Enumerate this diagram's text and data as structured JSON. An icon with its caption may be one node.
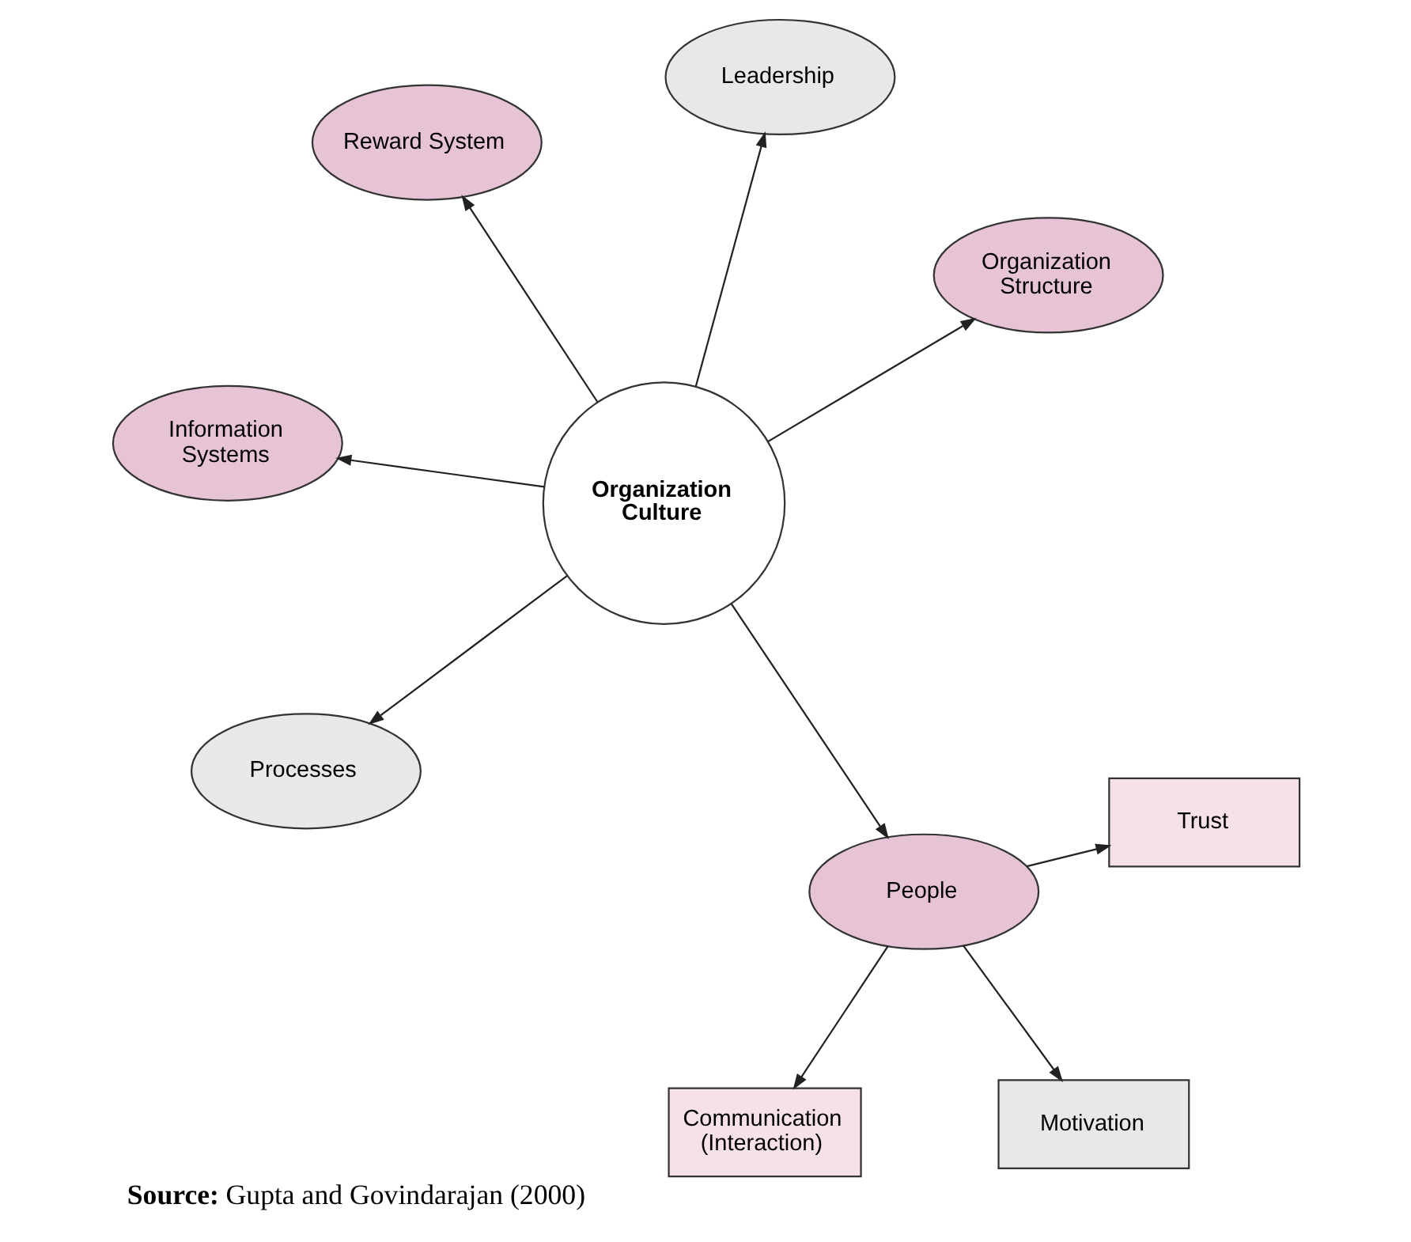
{
  "diagram": {
    "caption": "**Source:** Gupta and Govindarajan (2000)",
    "nodes": [
      {
        "text": [
          "Organization Culture"
        ]
      },
      {
        "text": [
          "Organization Structure"
        ]
      },
      {
        "text": [
          "Processes"
        ]
      },
      {
        "text": [
          "Information Systems"
        ]
      },
      {
        "text": [
          "Leadership"
        ]
      },
      {
        "text": [
          "Reward System"
        ]
      },
      {
        "text": [
          "People"
        ]
      },
      {
        "text": [
          "Motivation"
        ]
      },
      {
        "text": [
          "Trust"
        ]
      },
      {
        "text": [
          "Communication (Interaction)"
        ]
      }
    ],
    "edges": [
      {
        "from": 0,
        "to": 1,
        "arrow": "to"
      },
      {
        "from": 0,
        "to": 2,
        "arrow": "to"
      },
      {
        "from": 0,
        "to": 3,
        "arrow": "to"
      },
      {
        "from": 0,
        "to": 4,
        "arrow": "to"
      },
      {
        "from": 0,
        "to": 5,
        "arrow": "to"
      },
      {
        "from": 0,
        "to": 6,
        "arrow": "to"
      },
      {
        "from": 6,
        "to": 7,
        "arrow": "to"
      },
      {
        "from": 6,
        "to": 9,
        "arrow": "to"
      },
      {
        "from": 6,
        "to": 8,
        "arrow": "to"
      }
    ]
  }
}
